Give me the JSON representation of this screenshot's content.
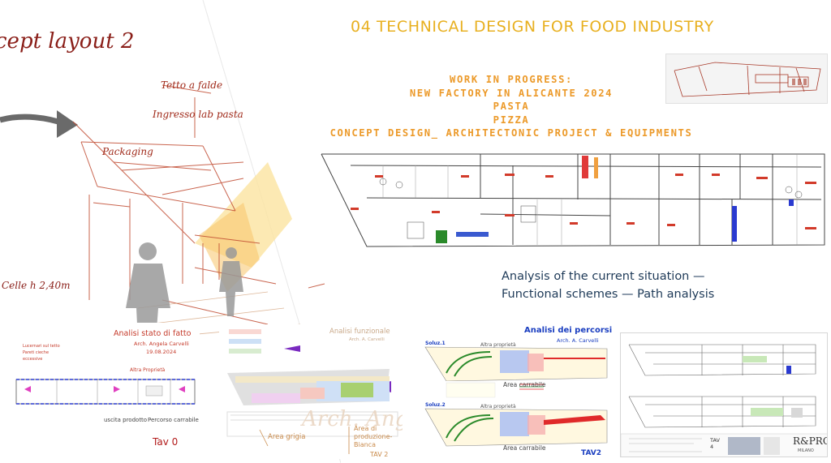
{
  "header": {
    "title": "04 TECHNICAL DESIGN FOR FOOD INDUSTRY"
  },
  "project": {
    "lines": [
      "WORK IN PROGRESS:",
      "NEW FACTORY IN ALICANTE 2024",
      "PASTA",
      "PIZZA",
      "CONCEPT DESIGN_ ARCHITECTONIC PROJECT & EQUIPMENTS"
    ]
  },
  "analysis": {
    "line1": "Analysis of the current situation —",
    "line2": "Functional schemes — Path analysis"
  },
  "concept": {
    "title": "cept layout 2",
    "roof": "Tetto a falde",
    "entrance": "Ingresso lab pasta",
    "packaging": "Packaging",
    "cells": "Celle h 2,40m"
  },
  "sheet_existing": {
    "title": "Analisi stato di fatto",
    "author": "Arch. Angela Carvelli",
    "date": "19.08.2024",
    "other_property": "Altra Proprietà",
    "exit": "uscita prodotto",
    "carriage_path": "Percorso carrabile",
    "tav": "Tav 0"
  },
  "sheet_functional": {
    "title": "Analisi funzionale",
    "author": "Arch. A. Carvelli",
    "grey_area": "Area grigia",
    "production_area": "Area di produzione- Bianca",
    "tav": "TAV 2",
    "watermark": "Arch. Angela C."
  },
  "sheet_paths": {
    "title": "Analisi dei percorsi",
    "author": "Arch. A. Carvelli",
    "sol1": "Soluz.1",
    "sol2": "Soluz.2",
    "other_property": "Altra proprietà",
    "carriage_area": "Area carrabile",
    "tav": "TAV2"
  },
  "sheet_plans": {
    "tav": "TAV 4",
    "logo": "R&PRO",
    "logo_sub": "MILANO"
  },
  "colors": {
    "gold": "#e8b020",
    "orange": "#ec9a2a",
    "navy": "#1e3a58",
    "sketch_red": "#a02a1a",
    "plan_blue": "#1a3ec0"
  }
}
